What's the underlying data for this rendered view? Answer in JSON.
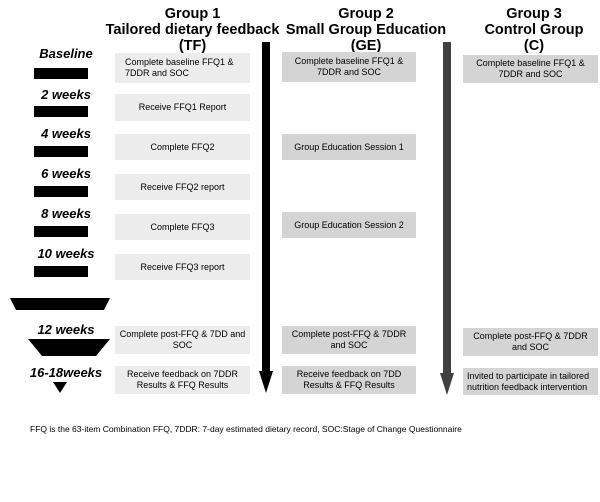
{
  "groups": [
    {
      "num": "Group 1",
      "name": "Tailored dietary feedback",
      "abbr": "(TF)"
    },
    {
      "num": "Group 2",
      "name": "Small Group Education",
      "abbr": "(GE)"
    },
    {
      "num": "Group 3",
      "name": "Control Group",
      "abbr": "(C)"
    }
  ],
  "timepoints": [
    "Baseline",
    "2 weeks",
    "4 weeks",
    "6 weeks",
    "8 weeks",
    "10 weeks",
    "12 weeks",
    "16-18weeks"
  ],
  "group1": [
    "Complete baseline  FFQ1 & 7DDR and SOC",
    "Receive FFQ1 Report",
    "Complete FFQ2",
    "Receive FFQ2 report",
    "Complete FFQ3",
    "Receive FFQ3 report",
    "Complete post-FFQ & 7DD and SOC",
    "Receive feedback on 7DDR Results & FFQ Results"
  ],
  "group2": [
    "Complete baseline FFQ1 & 7DDR and SOC",
    "Group Education Session 1",
    "Group Education Session 2",
    "Complete post-FFQ & 7DDR and SOC",
    "Receive feedback on 7DD Results & FFQ Results"
  ],
  "group3": [
    "Complete baseline FFQ1 & 7DDR and SOC",
    "Complete post-FFQ & 7DDR and SOC",
    "Invited to participate in tailored nutrition feedback intervention"
  ],
  "footnote": "FFQ  is the 63-item Combination FFQ,  7DDR: 7-day estimated dietary record, SOC:Stage of Change Questionnaire",
  "colors": {
    "arrow1": "#000000",
    "arrow2": "#404040",
    "arrow3": "#555555",
    "box1": "#ececec",
    "box2": "#d4d4d4",
    "box3": "#d4d4d4"
  }
}
